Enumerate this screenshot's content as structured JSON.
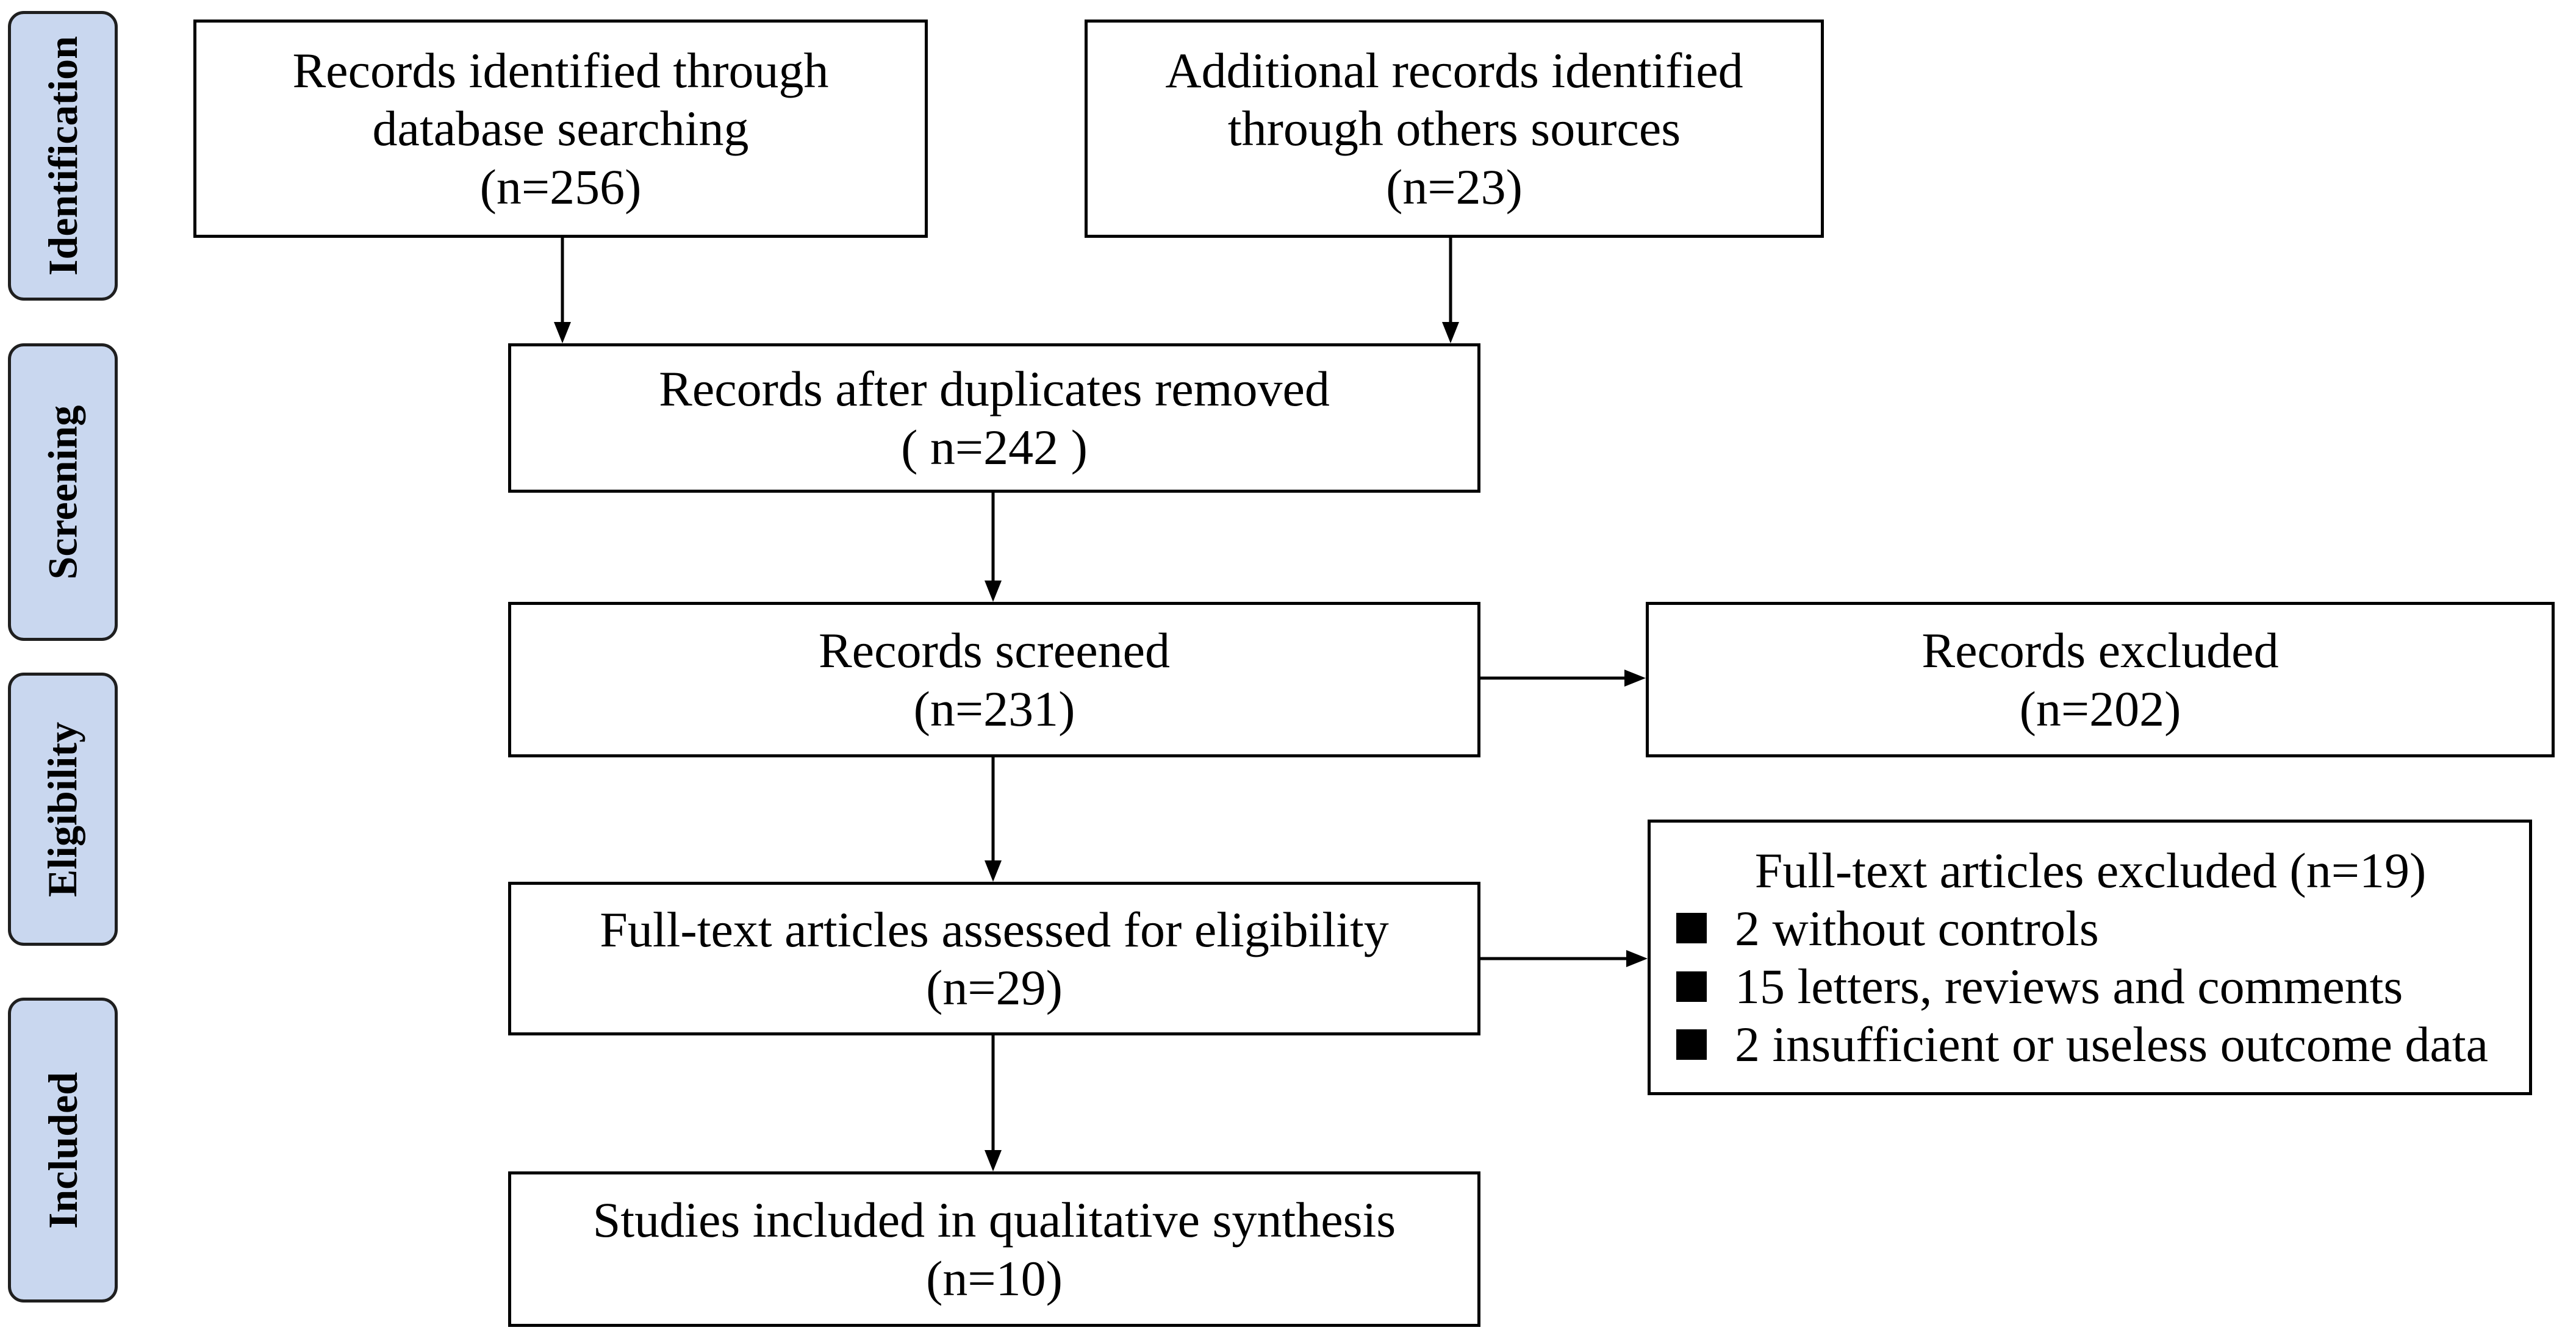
{
  "phases": {
    "identification": "Identification",
    "screening": "Screening",
    "eligibility": "Eligibility",
    "included": "Included"
  },
  "boxes": {
    "database": {
      "line1": "Records identified through",
      "line2": "database searching",
      "count": "(n=256)"
    },
    "other_sources": {
      "line1": "Additional records identified",
      "line2": "through others sources",
      "count": "(n=23)"
    },
    "duplicates_removed": {
      "line1": "Records after duplicates removed",
      "count": "( n=242 )"
    },
    "screened": {
      "line1": "Records screened",
      "count": "(n=231)"
    },
    "excluded": {
      "line1": "Records excluded",
      "count": "(n=202)"
    },
    "full_text": {
      "line1": "Full-text articles assessed for eligibility",
      "count": "(n=29)"
    },
    "full_text_excluded": {
      "title": "Full-text articles excluded (n=19)",
      "items": [
        "2 without controls",
        "15 letters, reviews and comments",
        "2 insufficient or useless outcome data"
      ]
    },
    "included": {
      "line1": "Studies included in qualitative synthesis",
      "count": "(n=10)"
    }
  }
}
